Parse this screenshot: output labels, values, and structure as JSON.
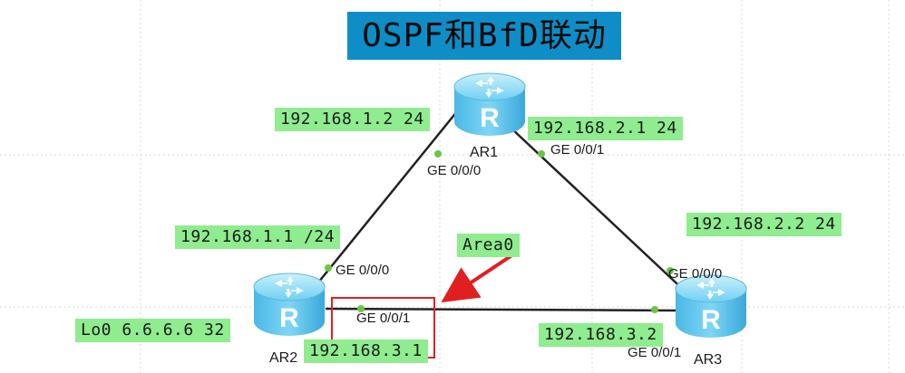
{
  "title": "OSPF和BfD联动",
  "routers": {
    "ar1": {
      "name": "AR1"
    },
    "ar2": {
      "name": "AR2"
    },
    "ar3": {
      "name": "AR3"
    }
  },
  "ip_labels": {
    "ar1_ge000": "192.168.1.2 24",
    "ar1_ge001": "192.168.2.1 24",
    "ar2_ge000": "192.168.1.1 /24",
    "ar3_ge000": "192.168.2.2 24",
    "ar2_ge001": "192.168.3.1",
    "ar3_ge001": "192.168.3.2",
    "ar2_loopback": "Lo0 6.6.6.6 32"
  },
  "area_label": "Area0",
  "ports": {
    "ar1_ge000": "GE 0/0/0",
    "ar1_ge001": "GE 0/0/1",
    "ar2_ge000": "GE 0/0/0",
    "ar2_ge001": "GE 0/0/1",
    "ar3_ge000": "GE 0/0/0",
    "ar3_ge001": "GE 0/0/1"
  },
  "colors": {
    "title_bg": "#0e8dc6",
    "label_bg": "#8fec8f",
    "router_body": "#5ec8ee",
    "link": "#222222",
    "port_dot": "#6cc644",
    "highlight_box": "#e02020",
    "arrow": "#e02020"
  }
}
